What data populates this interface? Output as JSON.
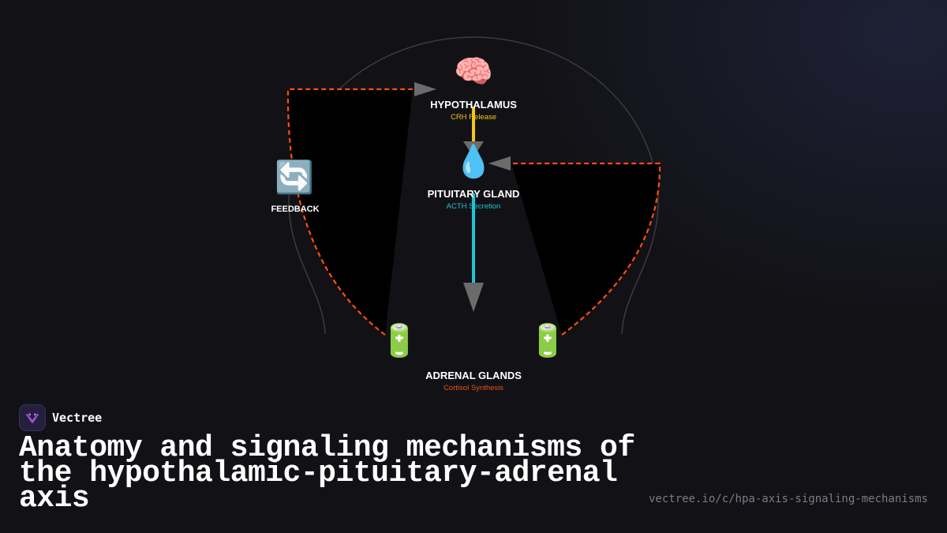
{
  "diagram": {
    "hypothalamus": {
      "icon": "brain-icon",
      "glyph": "🧠",
      "label": "HYPOTHALAMUS",
      "sublabel": "CRH Release",
      "color": "#f5c518"
    },
    "pituitary": {
      "icon": "droplet-icon",
      "glyph": "💧",
      "label": "PITUITARY GLAND",
      "sublabel": "ACTH Secretion",
      "color": "#1fc4d4"
    },
    "adrenal": {
      "icon": "battery-icon",
      "glyph": "🔋",
      "label": "ADRENAL GLANDS",
      "sublabel": "Cortisol Synthesis",
      "color": "#e8501a"
    },
    "feedback": {
      "icon": "cycle-arrows-icon",
      "glyph": "🔄",
      "label": "FEEDBACK",
      "color": "#ff5a14"
    },
    "colors": {
      "background": "#121216",
      "arrow": "#6b6b6b",
      "feedback_line": "#ff4d10",
      "outline": "#3a3a40"
    }
  },
  "brand": {
    "name": "Vectree",
    "logo_icon": "vectree-logo-icon"
  },
  "title": "Anatomy and signaling mechanisms of the hypothalamic-pituitary-adrenal axis",
  "url": "vectree.io/c/hpa-axis-signaling-mechanisms"
}
